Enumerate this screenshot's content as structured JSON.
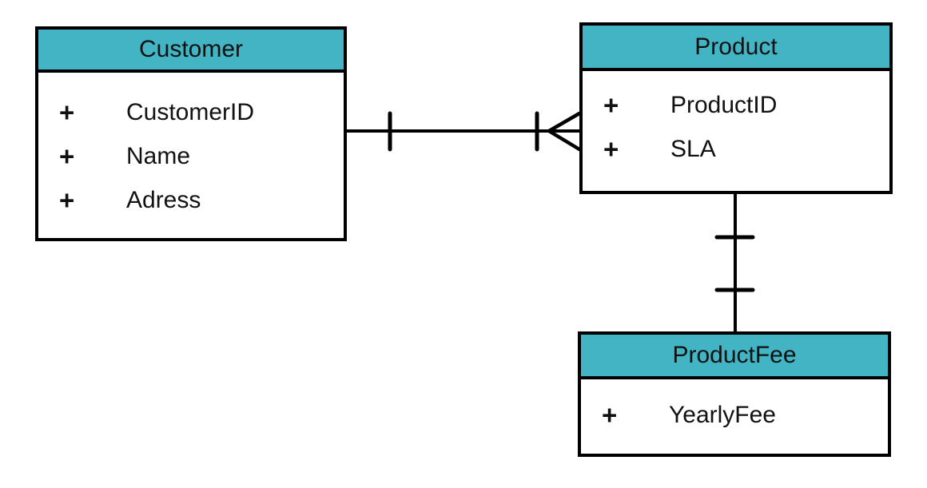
{
  "colors": {
    "header_fill": "#42b4c3",
    "border": "#000000",
    "background": "#ffffff",
    "text": "#111111"
  },
  "entities": [
    {
      "title": "Customer",
      "fields": [
        {
          "key": "+",
          "name": "CustomerID"
        },
        {
          "key": "+",
          "name": "Name"
        },
        {
          "key": "+",
          "name": "Adress"
        }
      ]
    },
    {
      "title": "Product",
      "fields": [
        {
          "key": "+",
          "name": "ProductID"
        },
        {
          "key": "+",
          "name": "SLA"
        }
      ]
    },
    {
      "title": "ProductFee",
      "fields": [
        {
          "key": "+",
          "name": "YearlyFee"
        }
      ]
    }
  ],
  "relationships": [
    {
      "from": "Customer",
      "to": "Product",
      "from_cardinality": "one",
      "to_cardinality": "one-or-many",
      "notation": "crow-foot"
    },
    {
      "from": "Product",
      "to": "ProductFee",
      "from_cardinality": "one",
      "to_cardinality": "one",
      "notation": "crow-foot"
    }
  ]
}
